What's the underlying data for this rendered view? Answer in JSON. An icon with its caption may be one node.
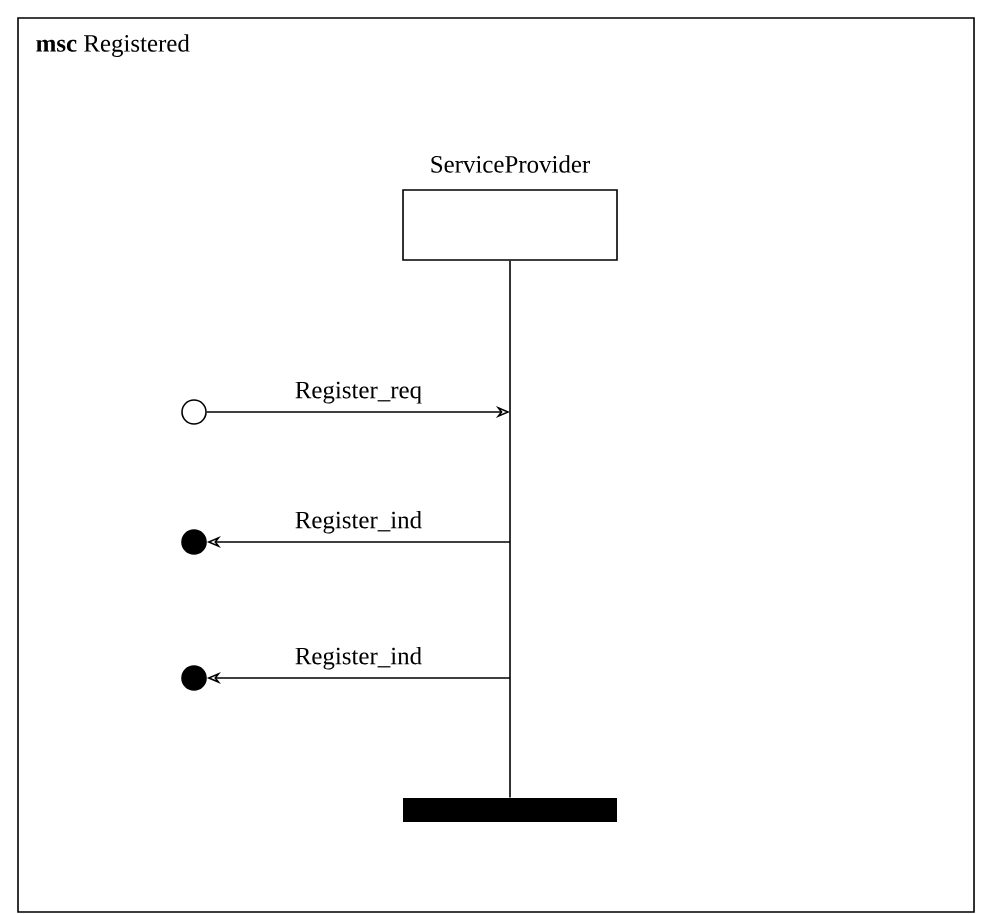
{
  "diagram": {
    "nodes": [
      {
        "text": [
          "**msc** Registered"
        ]
      },
      {
        "text": [
          "ServiceProvider"
        ],
        "in": 0
      },
      {
        "text": [],
        "shape": "circle",
        "in": 0
      },
      {
        "text": [],
        "shape": "circle",
        "in": 0
      },
      {
        "text": [],
        "shape": "circle",
        "in": 0
      },
      {
        "text": [],
        "shape": "bar",
        "in": 0
      }
    ],
    "edges": [
      {
        "from": 1,
        "to": 5,
        "arrow": "none"
      },
      {
        "from": 2,
        "to": null,
        "arrow": "to",
        "label": "Register_req"
      },
      {
        "from": null,
        "to": 3,
        "arrow": "to",
        "label": "Register_ind"
      },
      {
        "from": null,
        "to": 4,
        "arrow": "to",
        "label": "Register_ind"
      }
    ]
  }
}
